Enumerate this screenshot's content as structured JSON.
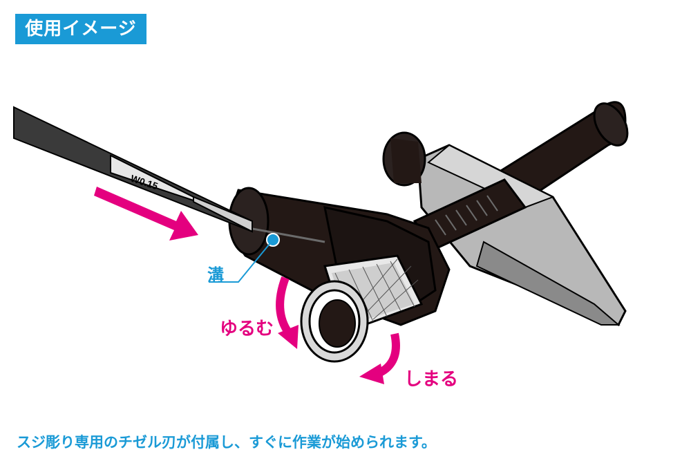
{
  "header": {
    "badge_label": "使用イメージ"
  },
  "illustration": {
    "chisel_blade_marking": "W0.15",
    "callouts": {
      "groove_label": "溝",
      "loosen_label": "ゆるむ",
      "tighten_label": "しまる"
    },
    "colors": {
      "accent_blue": "#1a9ad6",
      "arrow_magenta": "#e4007f",
      "holder_black": "#231815",
      "metal_gray": "#b8b8b8"
    }
  },
  "caption": {
    "text": "スジ彫り専用のチゼル刃が付属し、すぐに作業が始められます。"
  }
}
